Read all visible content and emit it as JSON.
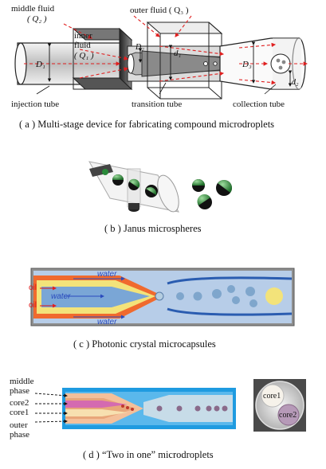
{
  "panel_a": {
    "caption": "( a )  Multi-stage device for fabricating compound microdroplets",
    "middle_fluid": "middle fluid",
    "q2": "( Q₂ )",
    "outer_fluid": "outer fluid ( Q₃ )",
    "inner": "inner",
    "fluid": "fluid",
    "q1": "( Q₁ )",
    "d1": "D₁",
    "d2": "D₂",
    "d3": "D₃",
    "dl1": "d₁",
    "dl2": "d₂",
    "injection_tube": "injection tube",
    "transition_tube": "transition tube",
    "collection_tube": "collection tube"
  },
  "panel_b": {
    "caption": "( b )  Janus microspheres"
  },
  "panel_c": {
    "caption": "( c )  Photonic crystal microcapsules",
    "water_top": "water",
    "water_left": "water",
    "water_bottom": "water",
    "oil_top": "oil",
    "oil_bottom": "oil"
  },
  "panel_d": {
    "caption": "( d ) “Two in one” microdroplets",
    "middle_phase_1": "middle",
    "middle_phase_2": "phase",
    "core2": "core2",
    "core1": "core1",
    "outer_phase_1": "outer",
    "outer_phase_2": "phase",
    "inset_core1": "core1",
    "inset_core2": "core2"
  },
  "colors": {
    "arrow_red": "#e02020",
    "glass_blue": "#a9c3e6",
    "oil_orange": "#f06a2e",
    "water_yellow": "#f3e37a",
    "droplet_blue": "#7fa6cc",
    "channel_blue": "#1f9be0",
    "core_pink": "#d46ab0"
  }
}
